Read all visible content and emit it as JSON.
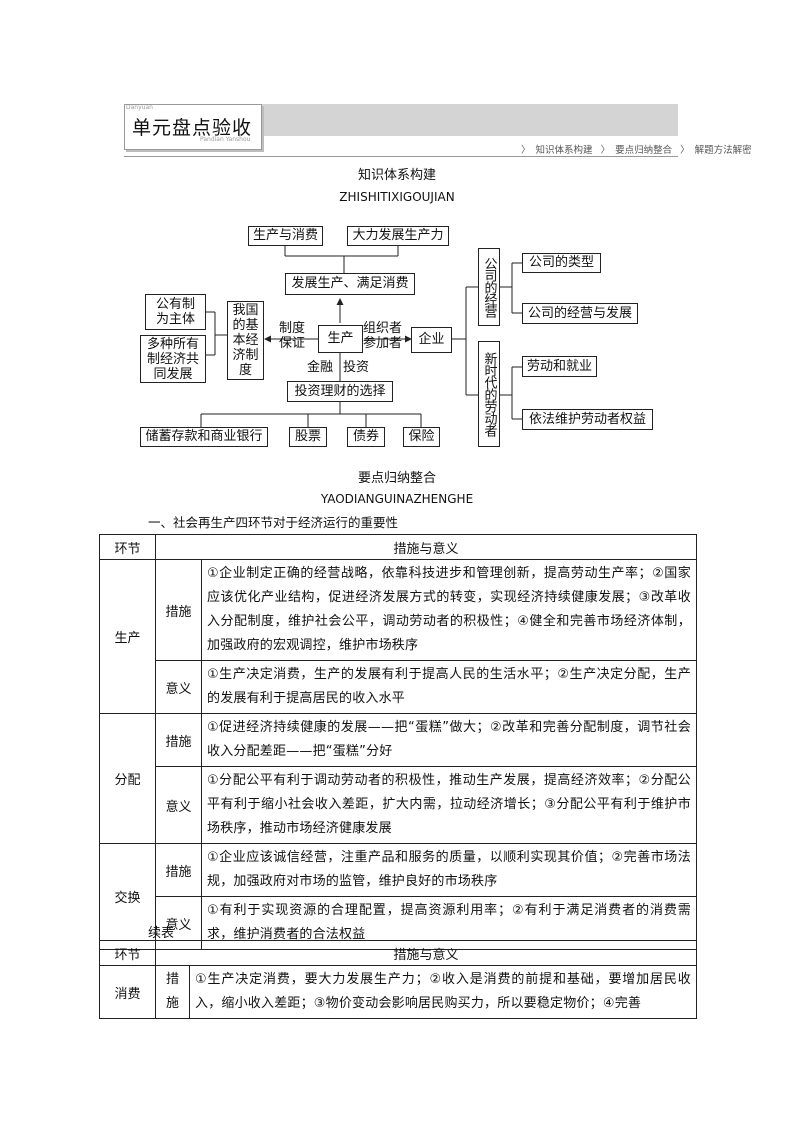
{
  "banner": {
    "title": "单元盘点验收",
    "english_top": "Danyuan",
    "english_bottom": "Pandian Yanshou",
    "nav": [
      "知识体系构建",
      "要点归纳整合",
      "解题方法解密"
    ]
  },
  "section1": {
    "title": "知识体系构建",
    "pinyin": "ZHISHITIXIGOUJIAN"
  },
  "diagram": {
    "top_left": "生产与消费",
    "top_right": "大力发展生产力",
    "develop": "发展生产、满足消费",
    "public_main": "公有制为主体",
    "multi_own": "多种所有制经济共同发展",
    "basic_system": "我国的基本经济制度",
    "system_guarantee": "制度保证",
    "production": "生产",
    "organizer": "组织者参加者",
    "enterprise": "企业",
    "finance": "金融",
    "invest": "投资",
    "invest_choice": "投资理财的选择",
    "savings": "储蓄存款和商业银行",
    "stock": "股票",
    "bond": "债券",
    "insurance": "保险",
    "company_ops": "公司的经营",
    "company_types": "公司的类型",
    "company_dev": "公司的经营与发展",
    "new_era_workers": "新时代的劳动者",
    "labor": "劳动和就业",
    "rights": "依法维护劳动者权益"
  },
  "section2": {
    "title": "要点归纳整合",
    "pinyin": "YAODIANGUINAZHENGHE"
  },
  "sub_heading": "一、社会再生产四环节对于经济运行的重要性",
  "table1": {
    "header_link": "环节",
    "header_measure": "措施与意义",
    "rows": [
      {
        "link": "生产",
        "measure_label": "措施",
        "measure": "①企业制定正确的经营战略，依靠科技进步和管理创新，提高劳动生产率；②国家应该优化产业结构，促进经济发展方式的转变，实现经济持续健康发展；③改革收入分配制度，维护社会公平，调动劳动者的积极性；④健全和完善市场经济体制，加强政府的宏观调控，维护市场秩序",
        "meaning_label": "意义",
        "meaning": "①生产决定消费，生产的发展有利于提高人民的生活水平；②生产决定分配，生产的发展有利于提高居民的收入水平"
      },
      {
        "link": "分配",
        "measure_label": "措施",
        "measure": "①促进经济持续健康的发展——把“蛋糕”做大；②改革和完善分配制度，调节社会收入分配差距——把“蛋糕”分好",
        "meaning_label": "意义",
        "meaning": "①分配公平有利于调动劳动者的积极性，推动生产发展，提高经济效率；②分配公平有利于缩小社会收入差距，扩大内需，拉动经济增长；③分配公平有利于维护市场秩序，推动市场经济健康发展"
      },
      {
        "link": "交换",
        "measure_label": "措施",
        "measure": "①企业应该诚信经营，注重产品和服务的质量，以顺利实现其价值；②完善市场法规，加强政府对市场的监管，维护良好的市场秩序",
        "meaning_label": "意义",
        "meaning": "①有利于实现资源的合理配置，提高资源利用率；②有利于满足消费者的消费需求，维护消费者的合法权益"
      }
    ]
  },
  "continued_label": "续表",
  "table2": {
    "header_link": "环节",
    "header_measure": "措施与意义",
    "link": "消费",
    "measure_label": "措施",
    "measure": "①生产决定消费，要大力发展生产力；②收入是消费的前提和基础，要增加居民收入，缩小收入差距；③物价变动会影响居民购买力，所以要稳定物价；④完善"
  }
}
